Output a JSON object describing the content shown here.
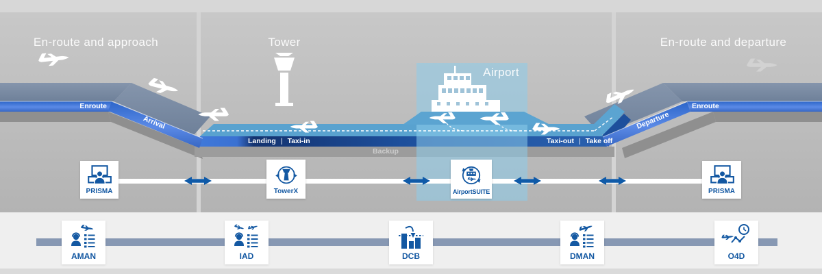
{
  "sections": {
    "left": "En-route and approach",
    "tower": "Tower",
    "airport": "Airport",
    "right": "En-route and departure"
  },
  "band": {
    "enroute_left": "Enroute",
    "arrival": "Arrival",
    "landing": "Landing",
    "separator": "|",
    "taxi_in": "Taxi-in",
    "taxi_out": "Taxi-out",
    "take_off": "Take off",
    "backup": "Backup",
    "departure": "Departure",
    "enroute_right": "Enroute"
  },
  "systems": [
    {
      "label": "PRISMA",
      "icon": "controller-workstation-icon"
    },
    {
      "label": "TowerX",
      "icon": "tower-cycle-icon"
    },
    {
      "label": "AirportSUITE",
      "icon": "airport-suite-icon"
    },
    {
      "label": "PRISMA",
      "icon": "controller-workstation-icon"
    }
  ],
  "tools": [
    {
      "label": "AMAN",
      "icon": "arrival-manager-icon"
    },
    {
      "label": "IAD",
      "icon": "integrated-arrival-departure-icon"
    },
    {
      "label": "DCB",
      "icon": "demand-capacity-balancing-icon"
    },
    {
      "label": "DMAN",
      "icon": "departure-manager-icon"
    },
    {
      "label": "O4D",
      "icon": "trajectory-clock-icon"
    }
  ],
  "colors": {
    "accent_blue": "#1358a2",
    "bright_stripe_blue": "#3d74d6",
    "dark_stripe_blue": "#1d4f9c",
    "slate_band": "#7a8ba3",
    "apron_blue": "#59a2cf",
    "airport_overlay": "#a9c6d8",
    "steel_bar": "#8798b3",
    "backup_gray": "#9c9c9c"
  }
}
